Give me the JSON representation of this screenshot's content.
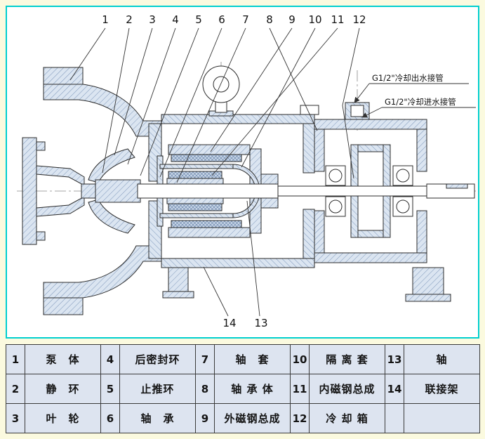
{
  "colors": {
    "page_bg": "#fbfadf",
    "frame_border": "#00cfcf",
    "table_cell_bg": "#dde4f0",
    "hatch_fill": "#dbe5f1",
    "hatch_line": "#7e97ba",
    "outline": "#2b2b2b"
  },
  "drawing": {
    "callouts_top": [
      "1",
      "2",
      "3",
      "4",
      "5",
      "6",
      "7",
      "8",
      "9",
      "10",
      "11",
      "12"
    ],
    "callout_bottom_left": "14",
    "callout_bottom_right": "13",
    "annotation_outlet": "G1/2\"冷却出水接管",
    "annotation_inlet": "G1/2\"冷却进水接管"
  },
  "parts_table": {
    "cells": [
      {
        "num": "1",
        "name": "泵　体"
      },
      {
        "num": "4",
        "name": "后密封环"
      },
      {
        "num": "7",
        "name": "轴　套"
      },
      {
        "num": "10",
        "name": "隔 离 套"
      },
      {
        "num": "13",
        "name": "轴"
      },
      {
        "num": "2",
        "name": "静　环"
      },
      {
        "num": "5",
        "name": "止推环"
      },
      {
        "num": "8",
        "name": "轴 承 体"
      },
      {
        "num": "11",
        "name": "内磁钢总成"
      },
      {
        "num": "14",
        "name": "联接架"
      },
      {
        "num": "3",
        "name": "叶　轮"
      },
      {
        "num": "6",
        "name": "轴　承"
      },
      {
        "num": "9",
        "name": "外磁钢总成"
      },
      {
        "num": "12",
        "name": "冷 却 箱"
      },
      {
        "num": "",
        "name": ""
      }
    ]
  }
}
